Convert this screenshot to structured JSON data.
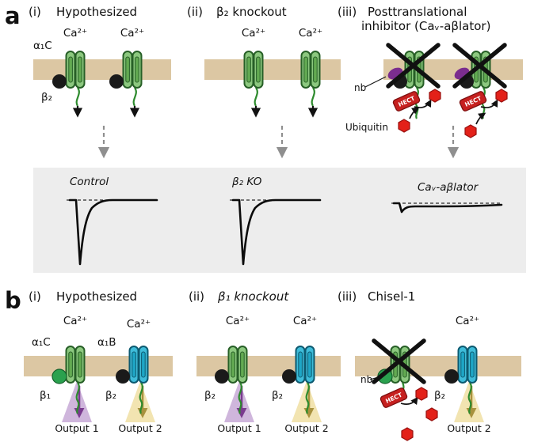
{
  "panel_a": {
    "label": "a",
    "sub_i": {
      "num": "(i)",
      "title": "Hypothesized"
    },
    "sub_ii": {
      "num": "(ii)",
      "title": "β₂ knockout"
    },
    "sub_iii": {
      "num": "(iii)",
      "title_line1": "Posttranslational",
      "title_line2": "inhibitor (Caᵥ-aβlator)"
    },
    "traces": {
      "control_label": "Control",
      "ko_label": "β₂ KO",
      "ablator_label": "Caᵥ-aβlator"
    }
  },
  "panel_b": {
    "label": "b",
    "sub_i": {
      "num": "(i)",
      "title": "Hypothesized"
    },
    "sub_ii": {
      "num": "(ii)",
      "title": "β₁ knockout"
    },
    "sub_iii": {
      "num": "(iii)",
      "title": "Chisel-1"
    },
    "outputs": {
      "output1": "Output 1",
      "output2": "Output 2"
    }
  },
  "labels": {
    "ca_ion": "Ca²⁺",
    "alpha_1c": "α₁C",
    "alpha_1b": "α₁B",
    "beta_1": "β₁",
    "beta_2": "β₂",
    "nb": "nb",
    "hect": "HECT",
    "ubiquitin": "Ubiquitin"
  },
  "colors": {
    "membrane_tan": "#dcc7a3",
    "channel_green": "#8cc87f",
    "channel_green_outline": "#275f27",
    "channel_blue": "#3fbcd9",
    "channel_blue_outline": "#0d5a70",
    "beta1_green": "#2aa14e",
    "beta2_black": "#1a1a1a",
    "nanobody_purple": "#7b2d8e",
    "hect_red": "#c6201f",
    "ubiquitin_red": "#e32119",
    "output1_purple": "#c7a9d6",
    "output2_yellow": "#f1e1a8",
    "results_box_gray": "#ededed"
  }
}
